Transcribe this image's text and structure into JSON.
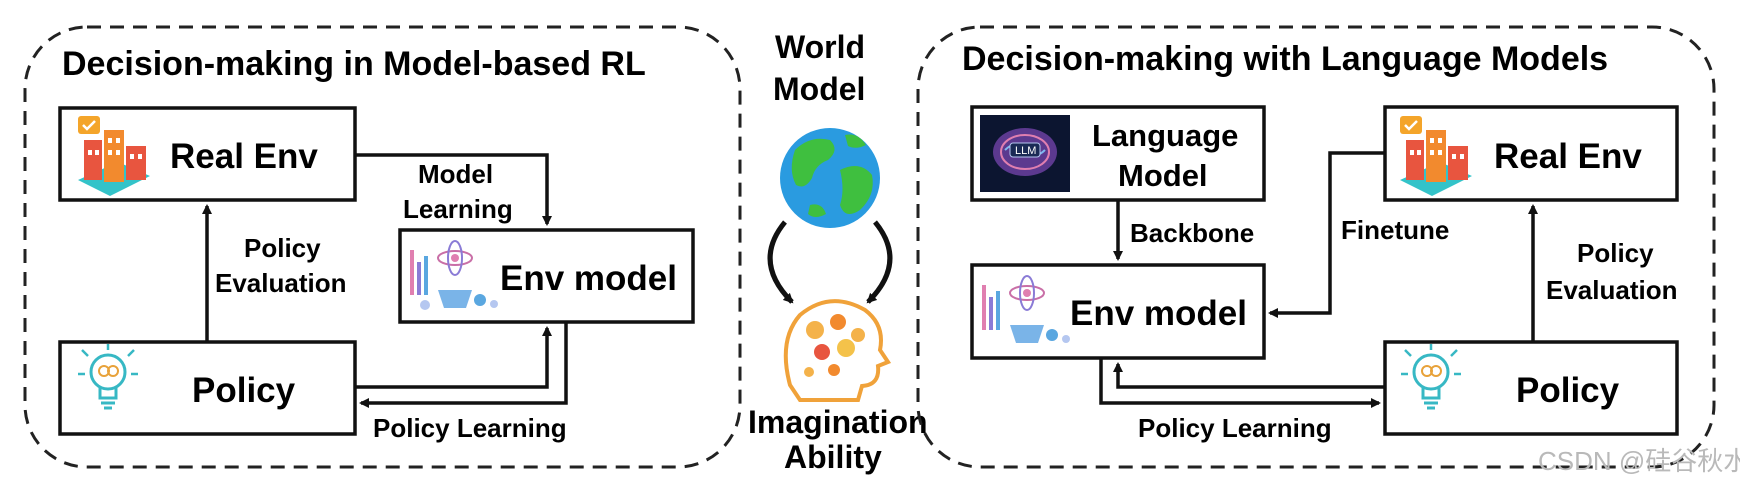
{
  "left_panel": {
    "title": "Decision-making in Model-based RL",
    "real_env": "Real Env",
    "env_model": "Env model",
    "policy": "Policy",
    "model_learning": [
      "Model",
      "Learning"
    ],
    "policy_evaluation": [
      "Policy",
      "Evaluation"
    ],
    "policy_learning": "Policy Learning"
  },
  "center": {
    "world_model": [
      "World",
      "Model"
    ],
    "imagination": [
      "Imagination",
      "Ability"
    ]
  },
  "right_panel": {
    "title": "Decision-making with Language Models",
    "language_model": [
      "Language",
      "Model"
    ],
    "llm_badge": "LLM",
    "real_env": "Real Env",
    "env_model": "Env model",
    "policy": "Policy",
    "backbone": "Backbone",
    "finetune": "Finetune",
    "policy_evaluation": [
      "Policy",
      "Evaluation"
    ],
    "policy_learning": "Policy Learning"
  },
  "watermark": "CSDN @硅谷秋水",
  "icons": [
    "city-building-icon",
    "lightbulb-icon",
    "lab-flask-icon",
    "llm-brain-icon",
    "globe-icon",
    "brain-head-icon"
  ]
}
